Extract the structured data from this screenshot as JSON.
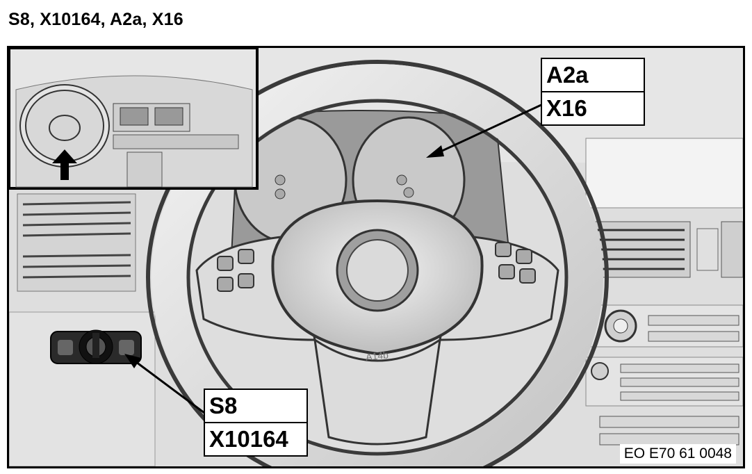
{
  "title": "S8, X10164, A2a, X16",
  "callouts": {
    "instrument_cluster": {
      "line1": "A2a",
      "line2": "X16"
    },
    "light_switch": {
      "line1": "S8",
      "line2": "X10164"
    }
  },
  "reference_code": "EO E70 61 0048",
  "airbag_marking": "A14b"
}
